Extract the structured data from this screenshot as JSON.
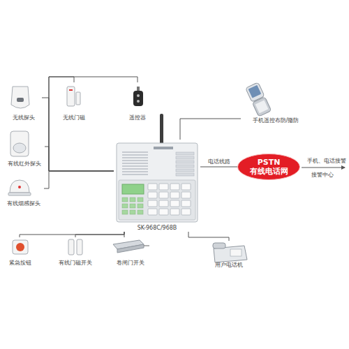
{
  "diagram": {
    "nodes": [
      {
        "text": [
          "无线探头"
        ]
      },
      {
        "text": [
          "无线门磁"
        ]
      },
      {
        "text": [
          "遥控器"
        ]
      },
      {
        "text": [
          "手机遥控布防/撤防"
        ]
      },
      {
        "text": [
          "有线红外探头"
        ]
      },
      {
        "text": [
          "SK-968C/968B"
        ]
      },
      {
        "text": [
          "PSTN",
          "有线电话网"
        ]
      },
      {
        "text": [
          "有线烟感探头"
        ]
      },
      {
        "text": [
          "紧急按钮"
        ]
      },
      {
        "text": [
          "有线门磁开关"
        ]
      },
      {
        "text": [
          "卷闸门开关"
        ]
      },
      {
        "text": [
          "用户电话机"
        ]
      }
    ],
    "edges": [
      {
        "from": 0,
        "to": 5,
        "arrow": "none"
      },
      {
        "from": 1,
        "to": 5,
        "arrow": "none"
      },
      {
        "from": 2,
        "to": 5,
        "arrow": "none"
      },
      {
        "from": 3,
        "to": 5,
        "arrow": "none"
      },
      {
        "from": 4,
        "to": 5,
        "arrow": "none"
      },
      {
        "from": 5,
        "to": 6,
        "label": "电话线路",
        "arrow": "none"
      },
      {
        "from": 7,
        "to": 5,
        "arrow": "none"
      },
      {
        "from": 8,
        "to": 5,
        "arrow": "none"
      },
      {
        "from": 9,
        "to": 5,
        "arrow": "none"
      },
      {
        "from": 10,
        "to": 5,
        "arrow": "none"
      },
      {
        "from": 11,
        "to": 5,
        "arrow": "none"
      }
    ],
    "labels": [
      "手机、电话接警",
      "接警中心"
    ]
  }
}
